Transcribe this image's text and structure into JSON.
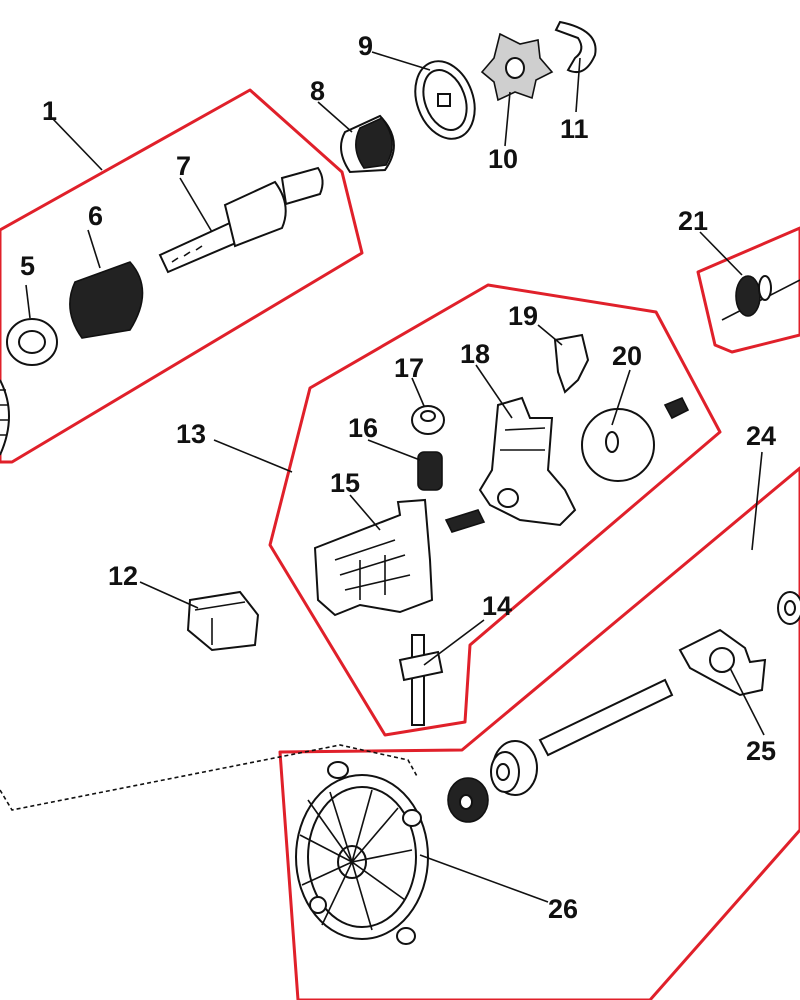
{
  "diagram": {
    "callouts": [
      "1",
      "5",
      "6",
      "7",
      "8",
      "9",
      "10",
      "11",
      "12",
      "13",
      "14",
      "15",
      "16",
      "17",
      "18",
      "19",
      "20",
      "21",
      "24",
      "25",
      "26"
    ],
    "colors": {
      "group_outline": "#e0202a",
      "ink": "#111111"
    }
  }
}
